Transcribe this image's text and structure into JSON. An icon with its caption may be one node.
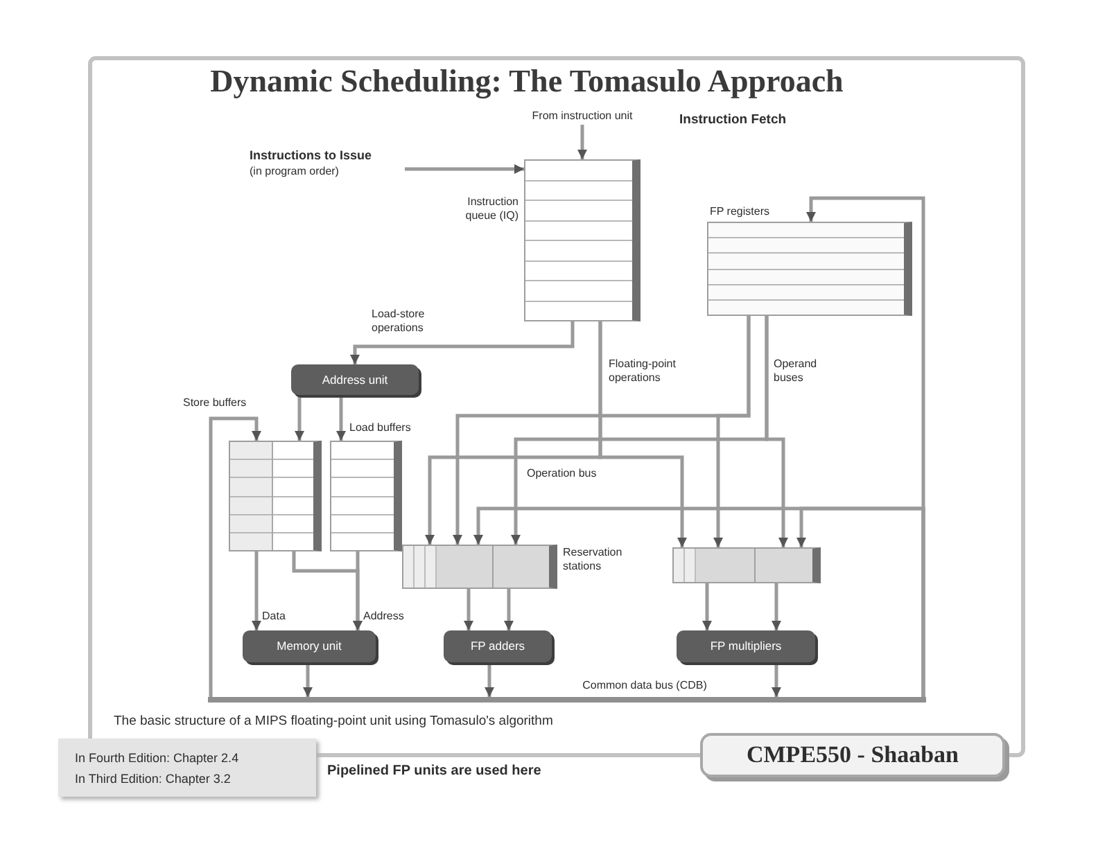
{
  "diagram": {
    "title": "Dynamic Scheduling: The Tomasulo Approach",
    "caption": "The basic structure of a MIPS floating-point unit using Tomasulo's algorithm",
    "nodes": [
      {
        "text": [
          "From instruction unit"
        ]
      },
      {
        "text": [
          "Instructions to Issue",
          "(in program order)"
        ]
      },
      {
        "text": [],
        "shape": "box",
        "beside": [
          "Instruction queue (IQ)"
        ]
      },
      {
        "text": [],
        "shape": "box",
        "beside": [
          "FP registers"
        ]
      },
      {
        "text": [
          "Address unit"
        ]
      },
      {
        "text": [],
        "shape": "box",
        "beside": [
          "Store buffers"
        ]
      },
      {
        "text": [],
        "shape": "box",
        "beside": [
          "Load buffers"
        ]
      },
      {
        "text": [],
        "shape": "box",
        "beside": [
          "Reservation stations"
        ]
      },
      {
        "text": [],
        "shape": "box"
      },
      {
        "text": [
          "Memory unit"
        ]
      },
      {
        "text": [
          "FP adders"
        ]
      },
      {
        "text": [
          "FP multipliers"
        ]
      },
      {
        "text": [],
        "shape": "bar",
        "beside": [
          "Common data bus (CDB)"
        ]
      },
      {
        "text": [
          "In Fourth Edition: Chapter 2.4",
          "In Third Edition: Chapter 3.2"
        ]
      },
      {
        "text": [
          "CMPE550 - Shaaban"
        ]
      }
    ],
    "edges": [
      {
        "from": 0,
        "to": 2,
        "arrow": "to"
      },
      {
        "from": 1,
        "to": 2,
        "arrow": "to"
      },
      {
        "from": 2,
        "to": 4,
        "arrow": "to",
        "label": "Load-store operations"
      },
      {
        "from": 2,
        "to": 7,
        "arrow": "to",
        "label": "Floating-point operations"
      },
      {
        "from": 2,
        "to": 8,
        "arrow": "to",
        "label": "Operation bus"
      },
      {
        "from": 3,
        "to": 7,
        "arrow": "to"
      },
      {
        "from": 3,
        "to": 7,
        "arrow": "to",
        "label": "Operand buses"
      },
      {
        "from": 3,
        "to": 8,
        "arrow": "to"
      },
      {
        "from": 3,
        "to": 8,
        "arrow": "to"
      },
      {
        "from": 4,
        "to": 5,
        "arrow": "to"
      },
      {
        "from": 4,
        "to": 6,
        "arrow": "to"
      },
      {
        "from": 12,
        "to": 5,
        "arrow": "to"
      },
      {
        "from": 5,
        "to": 9,
        "arrow": "to",
        "label": "Data"
      },
      {
        "from": 6,
        "to": 9,
        "arrow": "to",
        "label": "Address"
      },
      {
        "from": 5,
        "to": 9,
        "arrow": "to"
      },
      {
        "from": 7,
        "to": 10,
        "arrow": "to"
      },
      {
        "from": 7,
        "to": 10,
        "arrow": "to"
      },
      {
        "from": 8,
        "to": 11,
        "arrow": "to"
      },
      {
        "from": 8,
        "to": 11,
        "arrow": "to"
      },
      {
        "from": 9,
        "to": 12,
        "arrow": "to"
      },
      {
        "from": 10,
        "to": 12,
        "arrow": "to"
      },
      {
        "from": 11,
        "to": 12,
        "arrow": "to"
      },
      {
        "from": 12,
        "to": 3,
        "arrow": "to"
      },
      {
        "from": 12,
        "to": 7,
        "arrow": "to"
      },
      {
        "from": 12,
        "to": 8,
        "arrow": "to"
      }
    ],
    "labels": [
      "Instruction Fetch",
      "Pipelined FP units are used here"
    ]
  }
}
